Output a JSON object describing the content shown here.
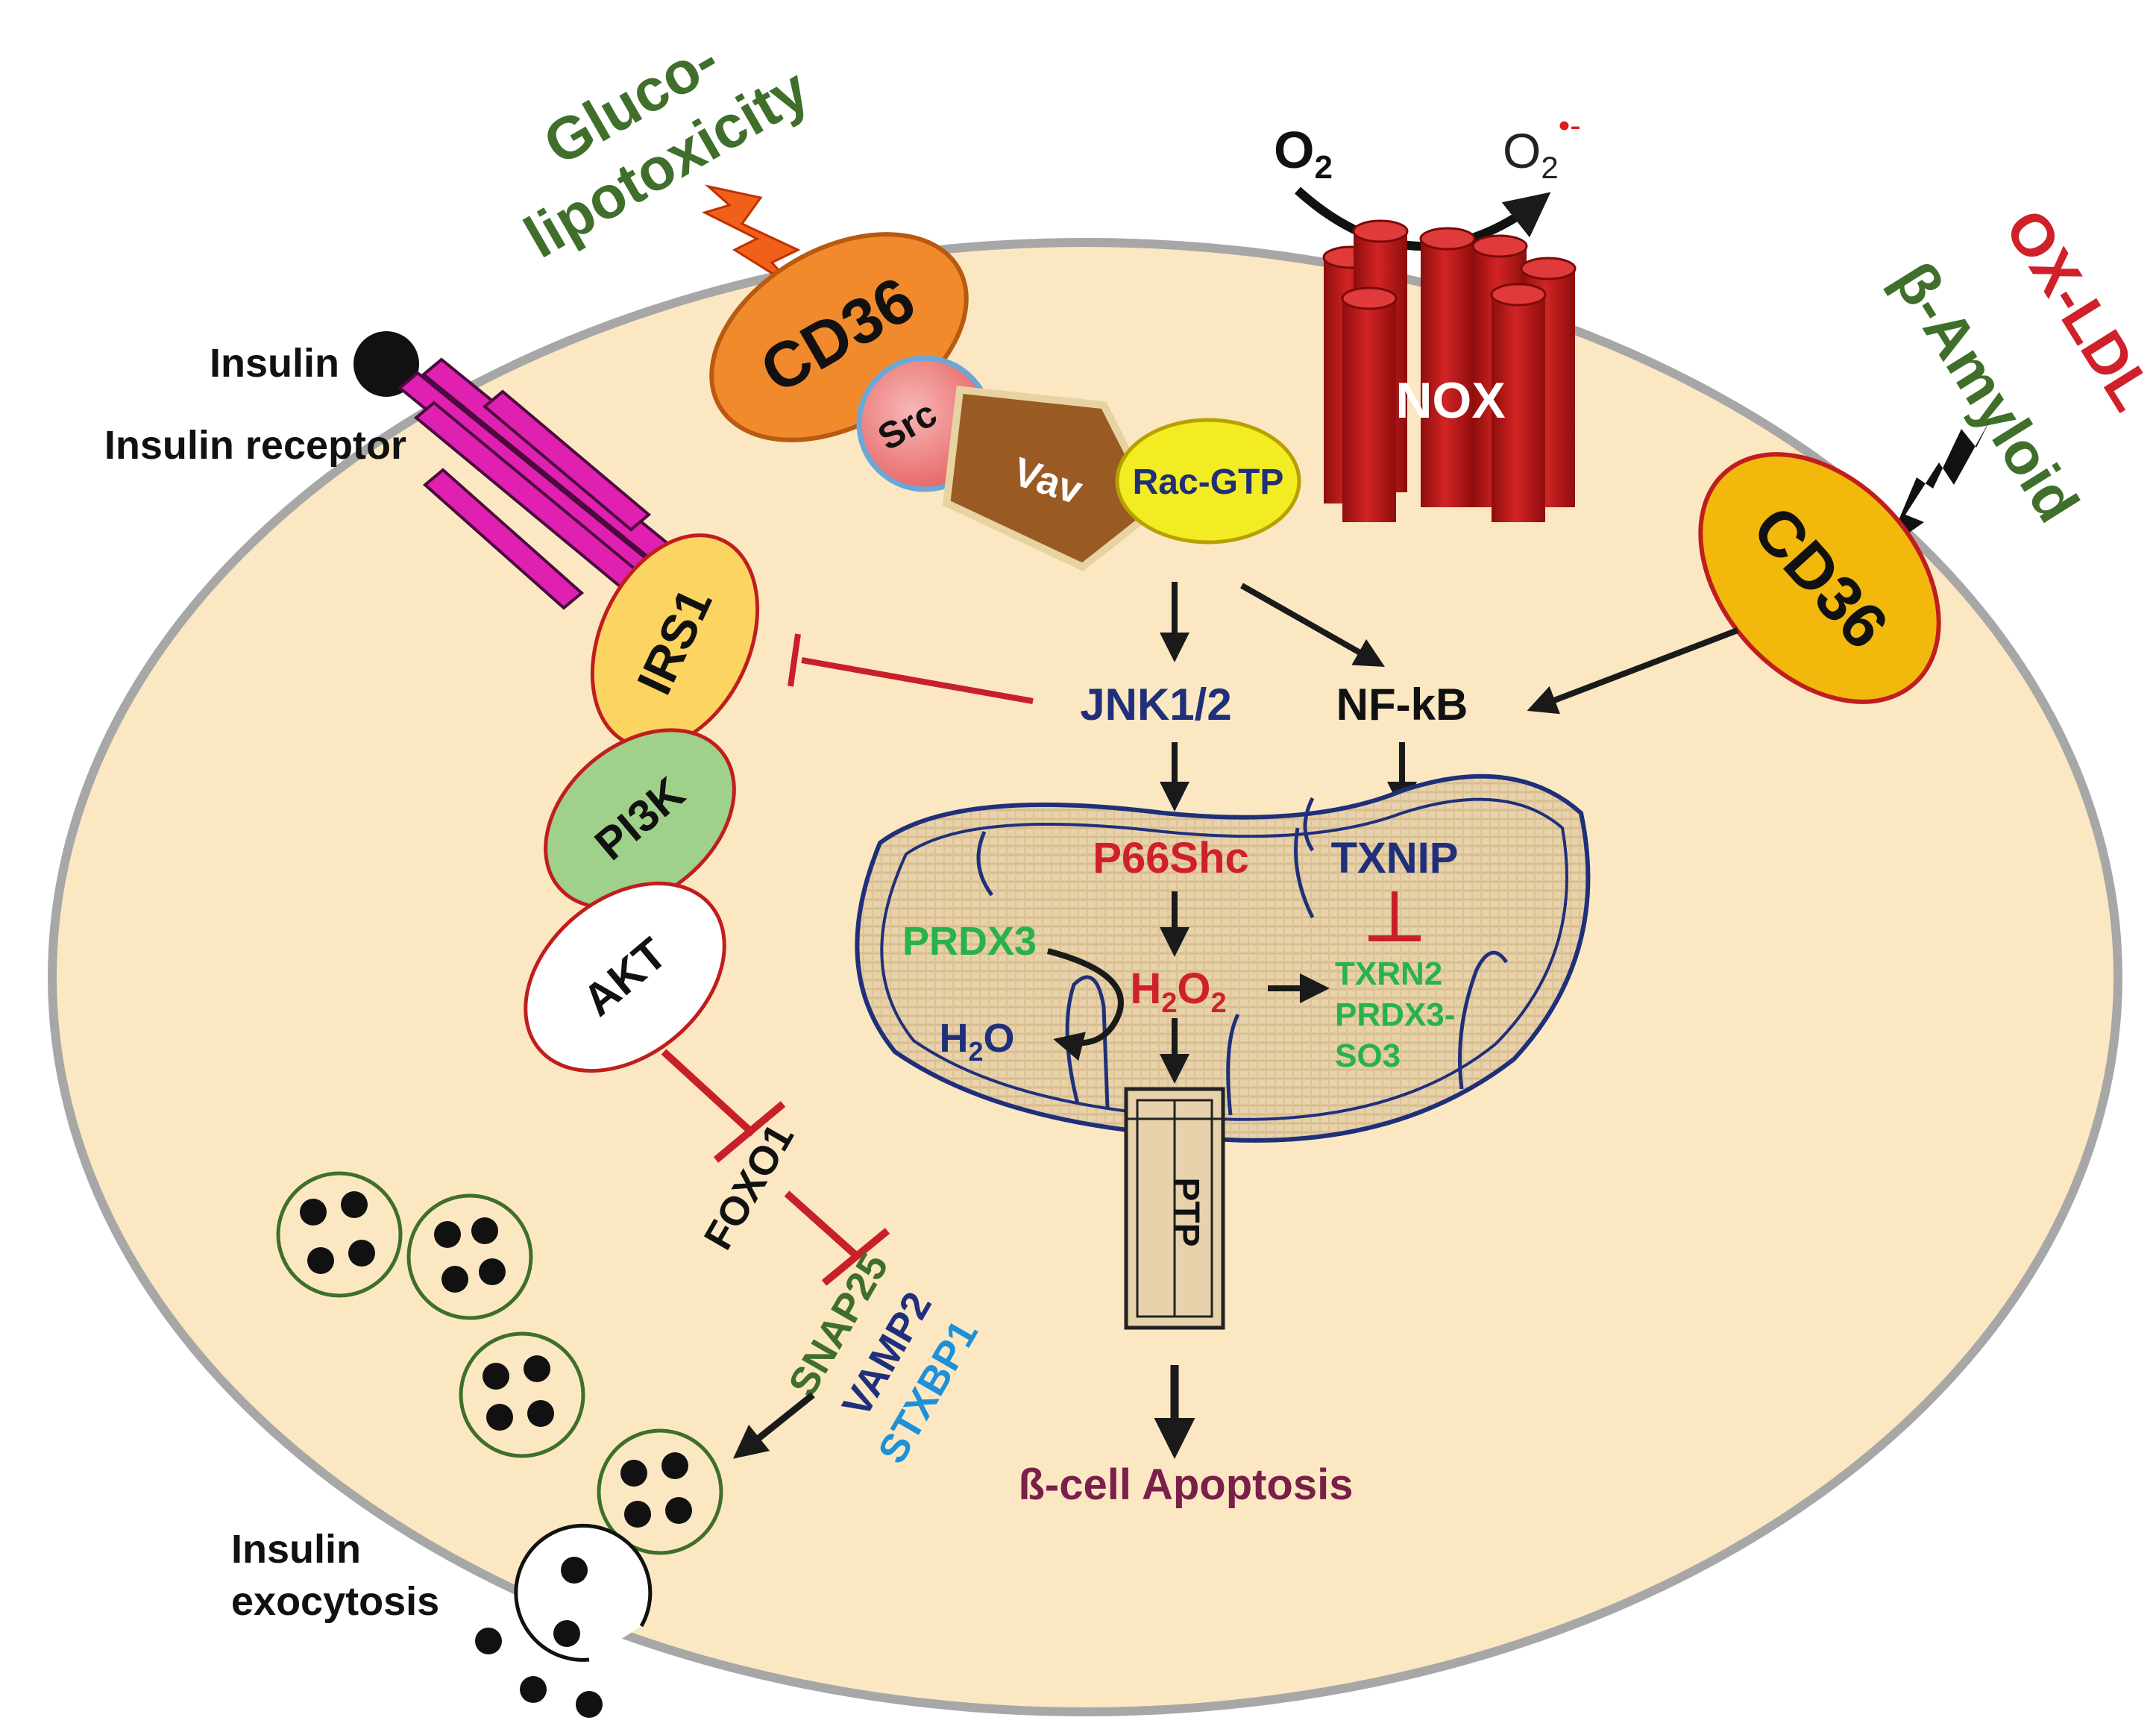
{
  "labels": {
    "gluco_line1": "Gluco-",
    "gluco_line2": "lipotoxicity",
    "o2_left": "O",
    "o2_left_sub": "2",
    "o2_right": "O",
    "o2_right_sub": "2",
    "o2_right_sup": "•-",
    "ox_ldl": "OX-LDL",
    "beta_amyloid": "β-Amyloid",
    "insulin": "Insulin",
    "insulin_receptor": "Insulin receptor",
    "cd36_left": "CD36",
    "src": "Src",
    "vav": "Vav",
    "rac_gtp": "Rac-GTP",
    "nox": "NOX",
    "cd36_right": "CD36",
    "irs1": "IRS1",
    "pi3k": "PI3K",
    "akt": "AKT",
    "foxo1": "FOXO1",
    "jnk": "JNK1/2",
    "nfkb": "NF-kB",
    "p66shc": "P66Shc",
    "txnip": "TXNIP",
    "prdx3": "PRDX3",
    "h2o2": "H",
    "h2o2_sub1": "2",
    "h2o2_o": "O",
    "h2o2_sub2": "2",
    "h2o": "H",
    "h2o_sub": "2",
    "h2o_o": "O",
    "txrn2": "TXRN2",
    "prdx3_so3_a": "PRDX3-",
    "prdx3_so3_b": "SO3",
    "ptp": "PTP",
    "snap25": "SNAP25",
    "vamp2": "VAMP2",
    "stxbp1": "STXBP1",
    "apoptosis": "ß-cell Apoptosis",
    "exocytosis_1": "Insulin",
    "exocytosis_2": "exocytosis"
  },
  "colors": {
    "cell_fill": "#fbe8c2",
    "cell_stroke": "#a7a7a7",
    "dark_green": "#3f6f2a",
    "red_text": "#d0202a",
    "navy": "#1f2f7a",
    "green_text": "#27b34a",
    "blue_text": "#1e90d8",
    "maroon": "#7a1f4a",
    "inhibit_red": "#c8202a",
    "nox_red": "#b81414",
    "magenta": "#e020b0"
  },
  "icons": {
    "gluco_bolt": "lightning-bolt-icon",
    "ligand_bolt": "lightning-bolt-icon"
  }
}
